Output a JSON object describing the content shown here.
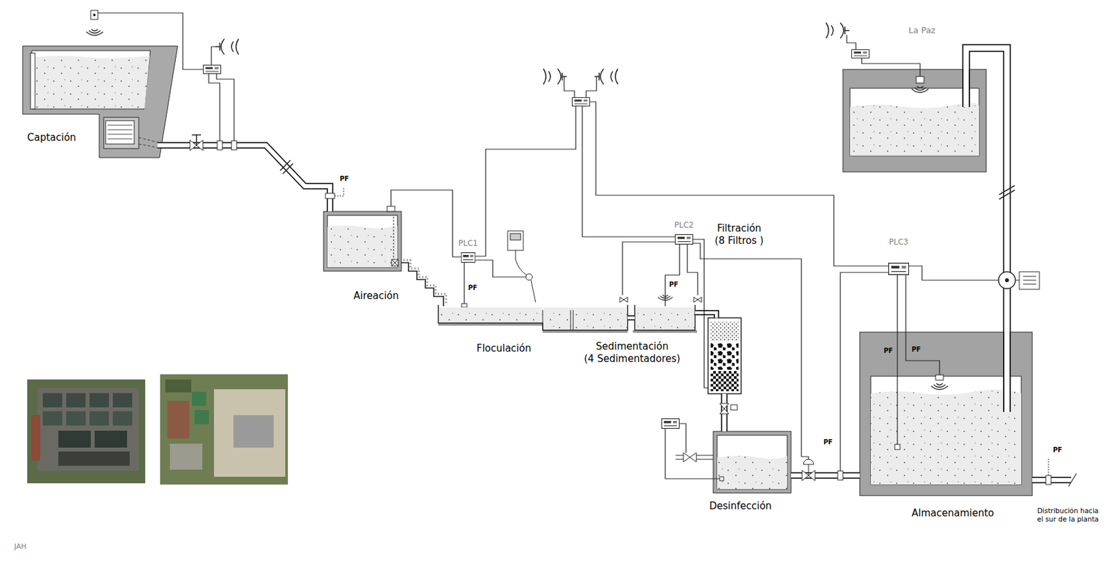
{
  "diagram": {
    "nodes": [
      {
        "text": [
          "Captación"
        ]
      },
      {
        "text": [
          "Aireación"
        ]
      },
      {
        "text": [
          "PLC1"
        ]
      },
      {
        "text": [
          "Floculación"
        ]
      },
      {
        "text": [
          "Sedimentación",
          "(4 Sedimentadores)"
        ]
      },
      {
        "text": [
          "PLC2"
        ]
      },
      {
        "text": [
          "Filtración",
          "(8 Filtros )"
        ]
      },
      {
        "text": [
          "Desinfección"
        ]
      },
      {
        "text": [
          "PLC3"
        ]
      },
      {
        "text": [
          "Almacenamiento"
        ]
      },
      {
        "text": [
          "La Paz"
        ]
      }
    ],
    "edges": [
      {
        "from": 0,
        "to": 1,
        "arrow": "none"
      },
      {
        "from": 1,
        "to": 3,
        "arrow": "none"
      },
      {
        "from": 3,
        "to": 4,
        "arrow": "none"
      },
      {
        "from": 4,
        "to": 6,
        "arrow": "none"
      },
      {
        "from": 6,
        "to": 7,
        "arrow": "none"
      },
      {
        "from": 7,
        "to": 9,
        "arrow": "none"
      },
      {
        "from": 9,
        "to": 10,
        "arrow": "none"
      },
      {
        "from": 2,
        "to": 1,
        "arrow": "none"
      },
      {
        "from": 5,
        "to": 4,
        "arrow": "none"
      },
      {
        "from": 5,
        "to": 6,
        "arrow": "none"
      },
      {
        "from": 8,
        "to": 9,
        "arrow": "none"
      }
    ],
    "labels": [
      "PF",
      "PF",
      "PF",
      "PF",
      "PF",
      "PF",
      "PF",
      "Distribución hacia el sur de la planta",
      "JAH"
    ]
  }
}
